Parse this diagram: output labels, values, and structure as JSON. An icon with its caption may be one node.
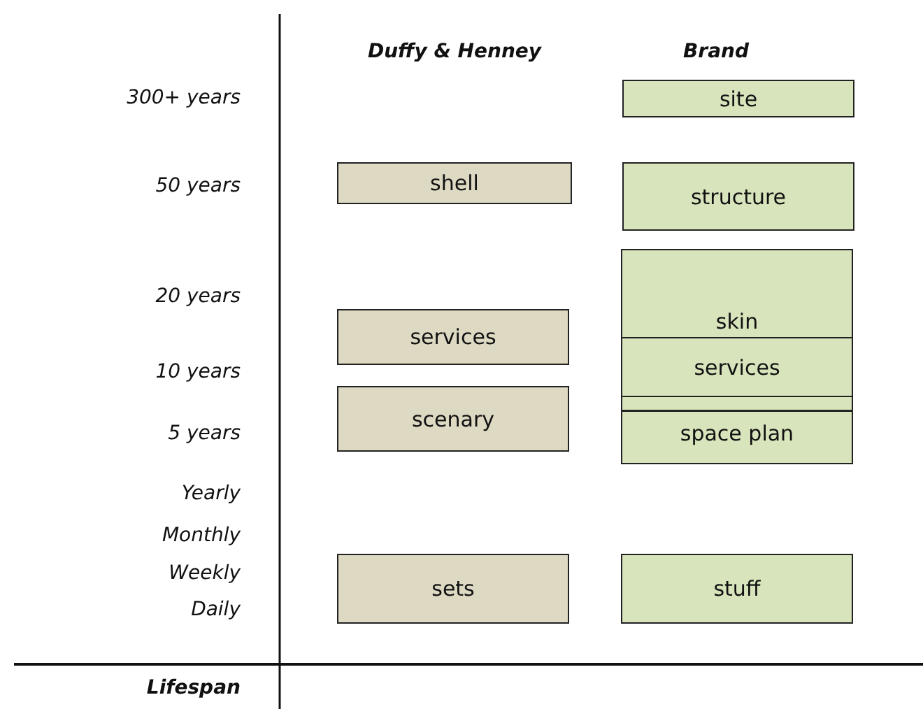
{
  "diagram": {
    "nodes": [
      {
        "text": [
          "shell"
        ]
      },
      {
        "text": [
          "services"
        ]
      },
      {
        "text": [
          "scenary"
        ]
      },
      {
        "text": [
          "sets"
        ]
      },
      {
        "text": [
          "site"
        ]
      },
      {
        "text": [
          "structure"
        ]
      },
      {
        "text": [
          "skin"
        ]
      },
      {
        "text": [
          "services"
        ]
      },
      {
        "text": [
          "space plan"
        ]
      },
      {
        "text": [
          "stuff"
        ]
      }
    ],
    "edges": [],
    "labels": [
      "Duffy & Henney",
      "Brand",
      "300+ years",
      "50 years",
      "20 years",
      "10 years",
      "5 years",
      "Yearly",
      "Monthly",
      "Weekly",
      "Daily",
      "Lifespan"
    ]
  }
}
